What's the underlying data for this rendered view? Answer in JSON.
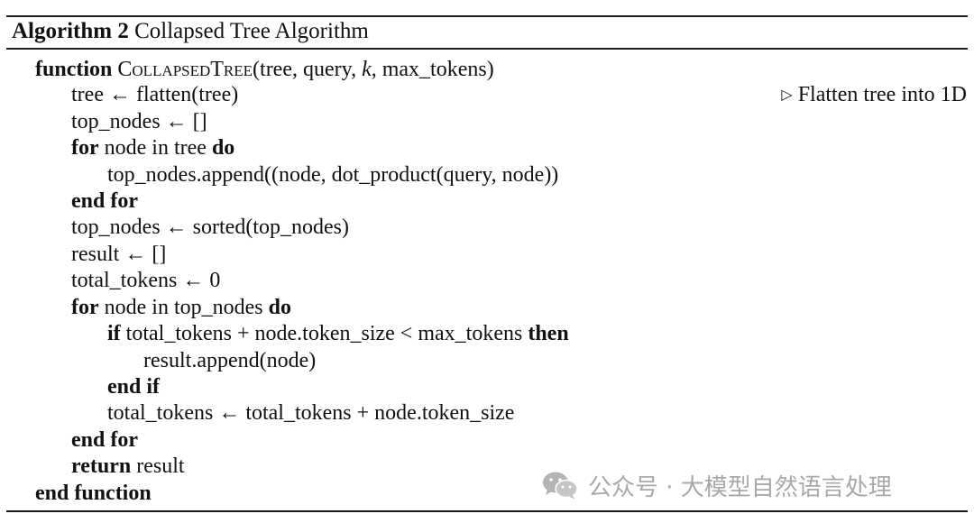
{
  "caption": {
    "label": "Algorithm 2",
    "title": "Collapsed Tree Algorithm"
  },
  "code": {
    "l1": {
      "kw": "function",
      "name": "CollapsedTree",
      "args_a": "(tree, query, ",
      "k": "k",
      "args_b": ", max_tokens)"
    },
    "l2": {
      "text": "tree ← flatten(tree)",
      "comment": "Flatten tree into 1D"
    },
    "l3": {
      "text": "top_nodes ← []"
    },
    "l4": {
      "kw1": "for",
      "text": " node in tree ",
      "kw2": "do"
    },
    "l5": {
      "text": "top_nodes.append((node, dot_product(query, node))"
    },
    "l6": {
      "kw": "end for"
    },
    "l7": {
      "text": "top_nodes ← sorted(top_nodes)"
    },
    "l8": {
      "text": "result ← []"
    },
    "l9": {
      "text": "total_tokens ← 0"
    },
    "l10": {
      "kw1": "for",
      "text": " node in top_nodes ",
      "kw2": "do"
    },
    "l11": {
      "kw1": "if",
      "text": " total_tokens + node.token_size < max_tokens ",
      "kw2": "then"
    },
    "l12": {
      "text": "result.append(node)"
    },
    "l13": {
      "kw": "end if"
    },
    "l14": {
      "text": "total_tokens ← total_tokens + node.token_size"
    },
    "l15": {
      "kw": "end for"
    },
    "l16": {
      "kw": "return",
      "text": " result"
    },
    "l17": {
      "kw": "end function"
    }
  },
  "watermark": {
    "text": "公众号 · 大模型自然语言处理",
    "icon": "wechat-icon"
  }
}
